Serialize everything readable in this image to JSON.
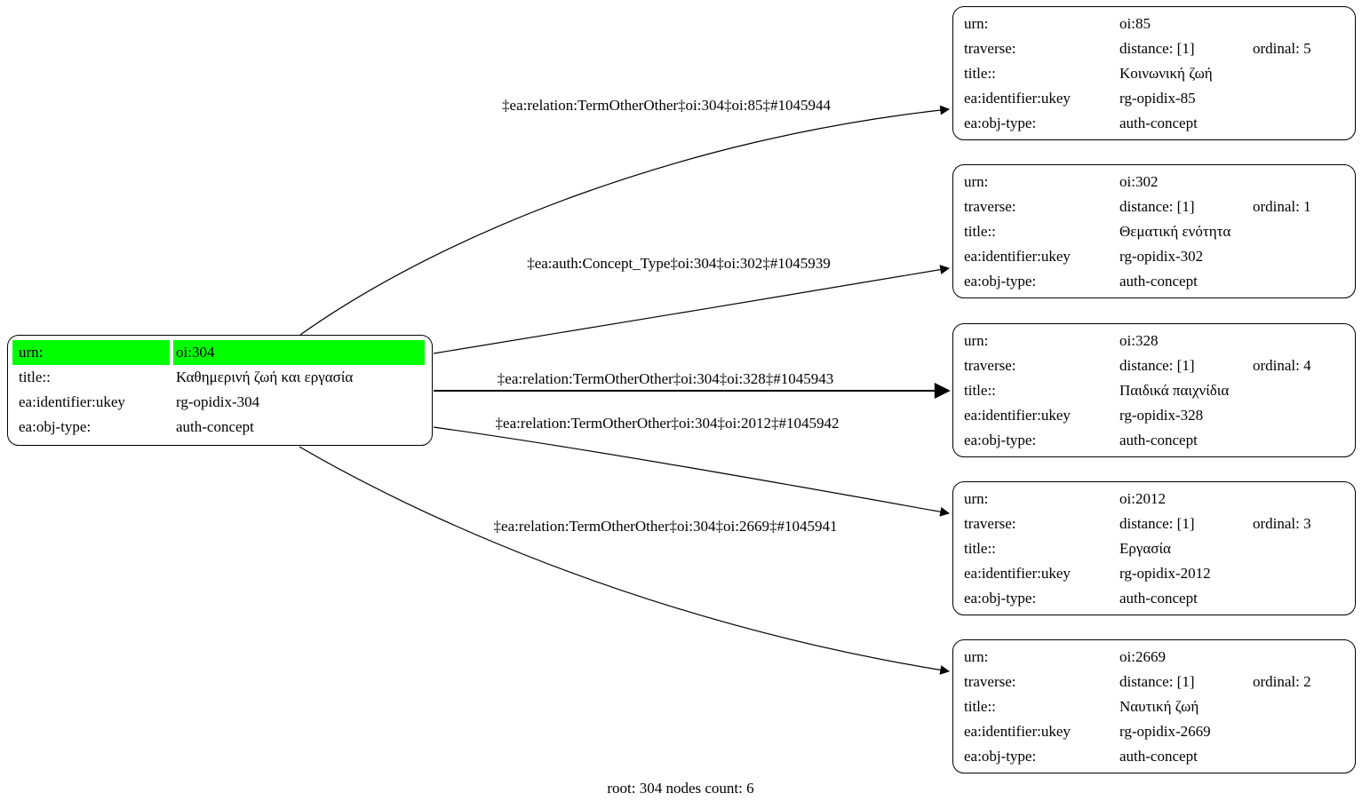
{
  "diagram": {
    "caption": "root: 304 nodes count: 6",
    "colors": {
      "highlight": "#00ff00",
      "edge": "#000000",
      "node_border": "#000000",
      "background": "#ffffff",
      "text": "#000000"
    },
    "row_labels": {
      "urn": "urn:",
      "traverse": "traverse:",
      "title": "title::",
      "ukey": "ea:identifier:ukey",
      "objtype": "ea:obj-type:"
    },
    "root": {
      "urn": "oi:304",
      "title": "Καθημερινή ζωή και εργασία",
      "ukey": "rg-opidix-304",
      "objtype": "auth-concept"
    },
    "nodes": [
      {
        "urn": "oi:85",
        "distance": "distance: [1]",
        "ordinal": "ordinal: 5",
        "title": "Κοινωνική ζωή",
        "ukey": "rg-opidix-85",
        "objtype": "auth-concept"
      },
      {
        "urn": "oi:302",
        "distance": "distance: [1]",
        "ordinal": "ordinal: 1",
        "title": "Θεματική ενότητα",
        "ukey": "rg-opidix-302",
        "objtype": "auth-concept"
      },
      {
        "urn": "oi:328",
        "distance": "distance: [1]",
        "ordinal": "ordinal: 4",
        "title": "Παιδικά παιχνίδια",
        "ukey": "rg-opidix-328",
        "objtype": "auth-concept"
      },
      {
        "urn": "oi:2012",
        "distance": "distance: [1]",
        "ordinal": "ordinal: 3",
        "title": "Εργασία",
        "ukey": "rg-opidix-2012",
        "objtype": "auth-concept"
      },
      {
        "urn": "oi:2669",
        "distance": "distance: [1]",
        "ordinal": "ordinal: 2",
        "title": "Ναυτική ζωή",
        "ukey": "rg-opidix-2669",
        "objtype": "auth-concept"
      }
    ],
    "edges": [
      {
        "label": "‡ea:relation:TermOtherOther‡oi:304‡oi:85‡#1045944"
      },
      {
        "label": "‡ea:auth:Concept_Type‡oi:304‡oi:302‡#1045939"
      },
      {
        "label": "‡ea:relation:TermOtherOther‡oi:304‡oi:328‡#1045943"
      },
      {
        "label": "‡ea:relation:TermOtherOther‡oi:304‡oi:2012‡#1045942"
      },
      {
        "label": "‡ea:relation:TermOtherOther‡oi:304‡oi:2669‡#1045941"
      }
    ]
  }
}
